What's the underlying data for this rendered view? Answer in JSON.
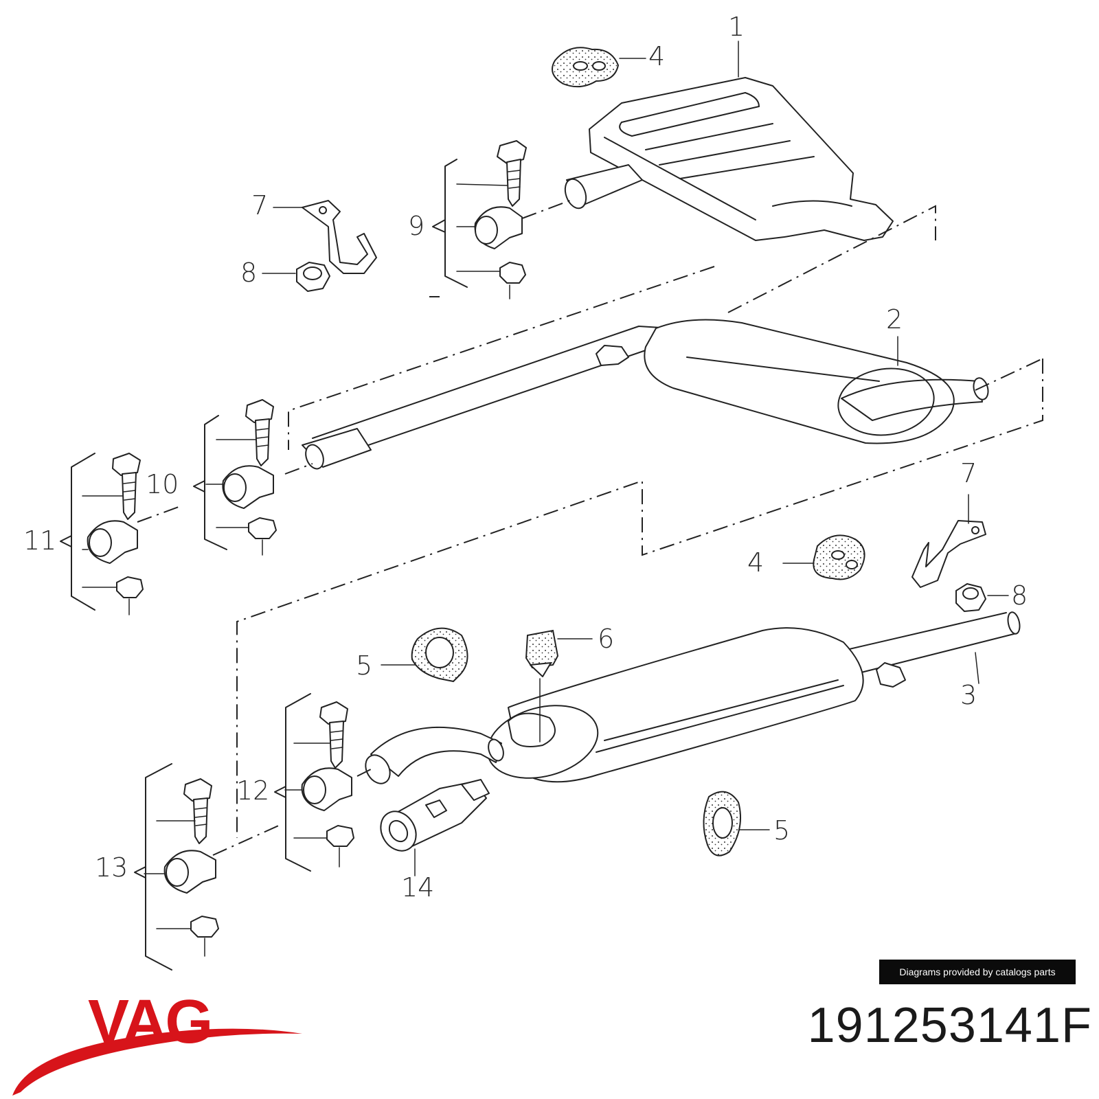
{
  "diagram": {
    "callouts": [
      {
        "id": "c1",
        "label": "1"
      },
      {
        "id": "c2",
        "label": "2"
      },
      {
        "id": "c3",
        "label": "3"
      },
      {
        "id": "c4a",
        "label": "4"
      },
      {
        "id": "c4b",
        "label": "4"
      },
      {
        "id": "c5a",
        "label": "5"
      },
      {
        "id": "c5b",
        "label": "5"
      },
      {
        "id": "c6",
        "label": "6"
      },
      {
        "id": "c7a",
        "label": "7"
      },
      {
        "id": "c7b",
        "label": "7"
      },
      {
        "id": "c8a",
        "label": "8"
      },
      {
        "id": "c8b",
        "label": "8"
      },
      {
        "id": "c9",
        "label": "9"
      },
      {
        "id": "c10",
        "label": "10"
      },
      {
        "id": "c11",
        "label": "11"
      },
      {
        "id": "c12",
        "label": "12"
      },
      {
        "id": "c13",
        "label": "13"
      },
      {
        "id": "c14",
        "label": "14"
      }
    ]
  },
  "footer": {
    "credit": "Diagrams provided by catalogs parts",
    "brand": "VAG",
    "part_number": "191253141F",
    "brand_color": "#d7141a"
  }
}
